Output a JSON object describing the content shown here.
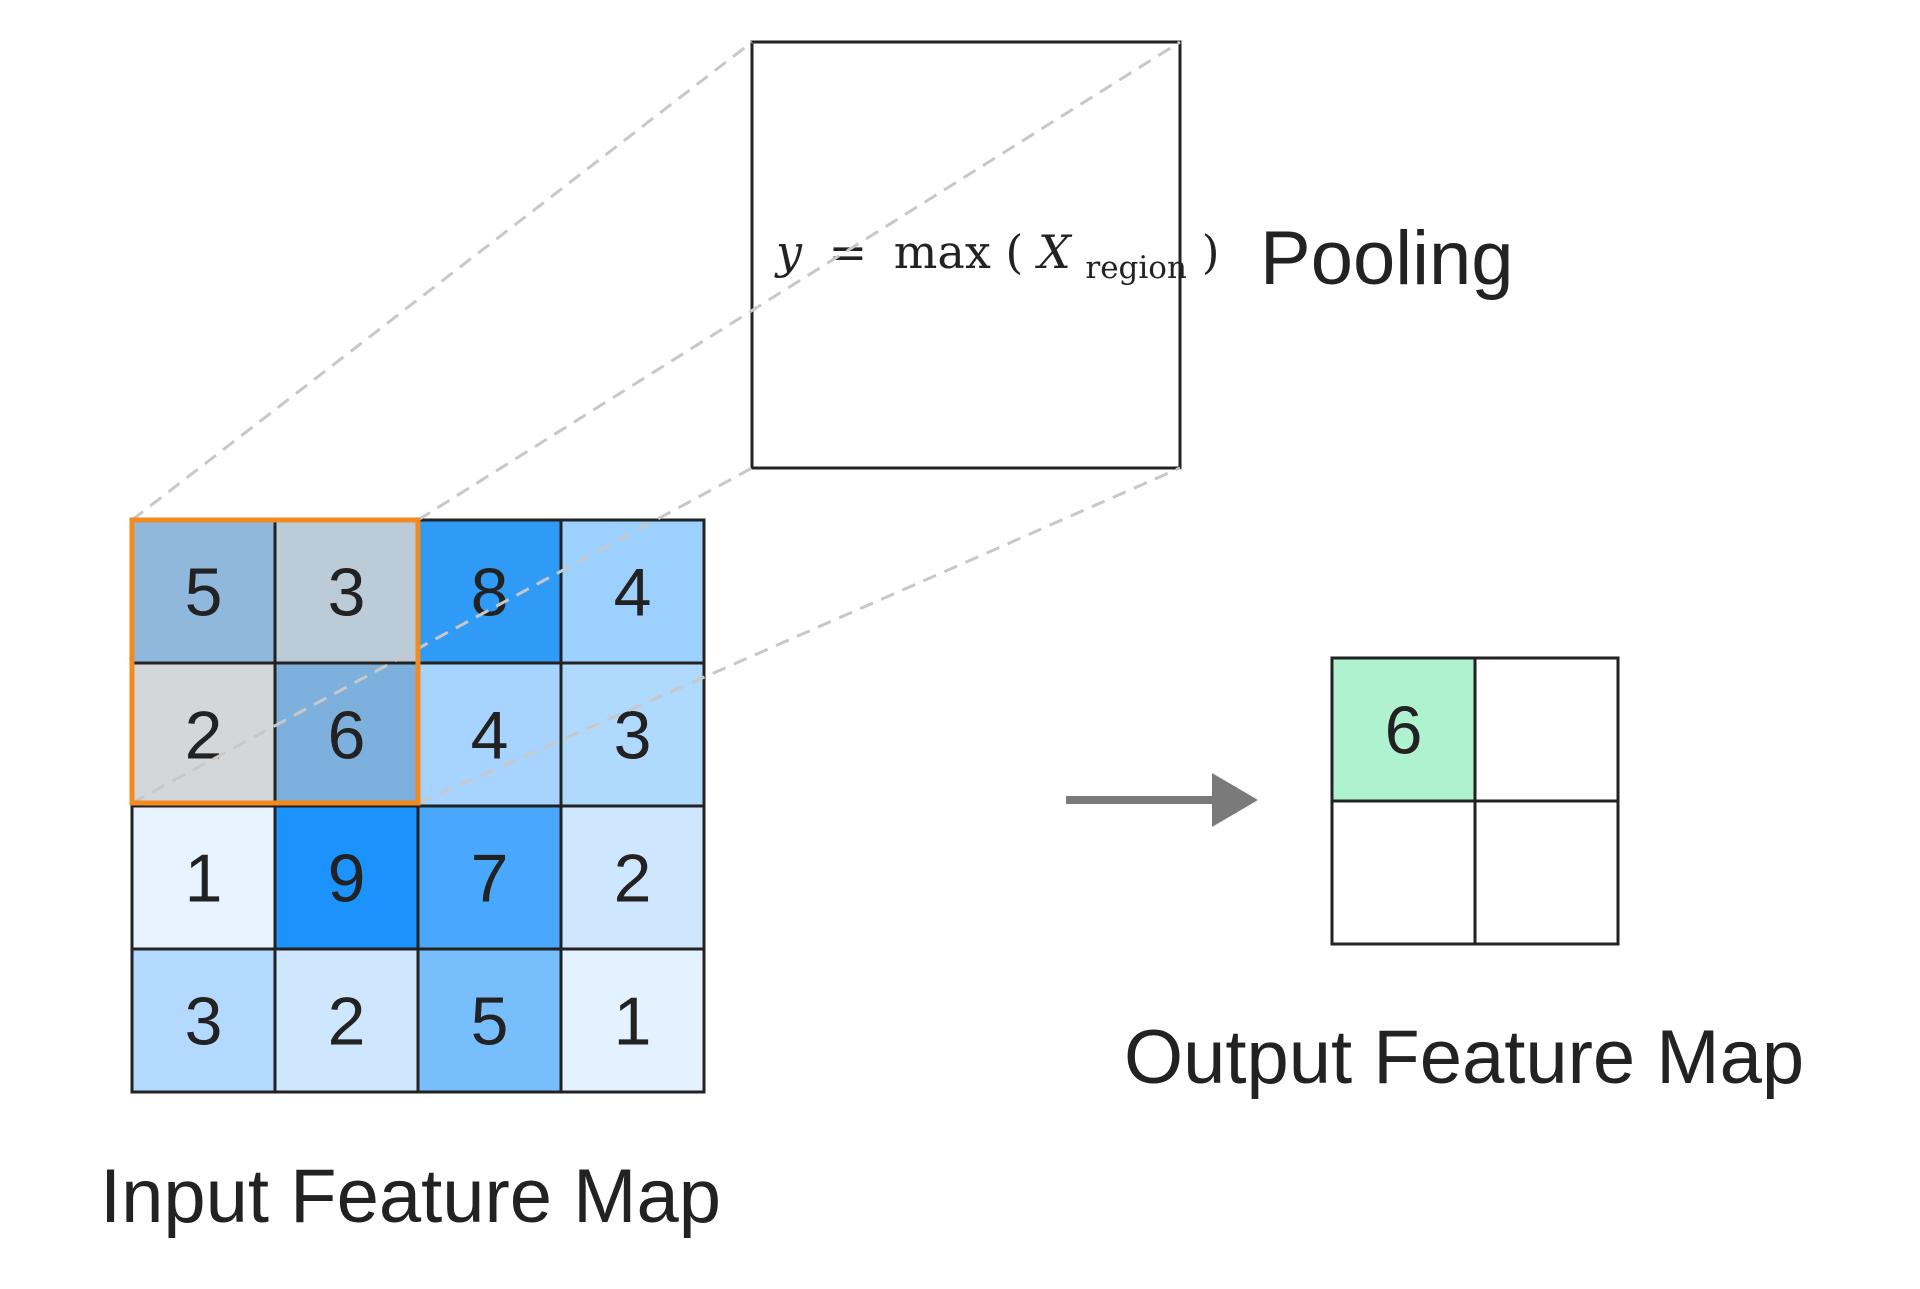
{
  "input_map": {
    "label": "Input Feature Map",
    "cells": [
      [
        {
          "value": "5",
          "color": "#90b8dc"
        },
        {
          "value": "3",
          "color": "#bccbd8"
        },
        {
          "value": "8",
          "color": "#2f9bf6"
        },
        {
          "value": "4",
          "color": "#9cd0fe"
        }
      ],
      [
        {
          "value": "2",
          "color": "#d3d7da"
        },
        {
          "value": "6",
          "color": "#7db0dc"
        },
        {
          "value": "4",
          "color": "#a6d4fe"
        },
        {
          "value": "3",
          "color": "#b0d9fe"
        }
      ],
      [
        {
          "value": "1",
          "color": "#e7f3ff"
        },
        {
          "value": "9",
          "color": "#1b92fc"
        },
        {
          "value": "7",
          "color": "#49a8fc"
        },
        {
          "value": "2",
          "color": "#cee6fe"
        }
      ],
      [
        {
          "value": "3",
          "color": "#b3dafe"
        },
        {
          "value": "2",
          "color": "#cee6fe"
        },
        {
          "value": "5",
          "color": "#78befc"
        },
        {
          "value": "1",
          "color": "#e4f1fe"
        }
      ]
    ],
    "highlight_color": "#f28a1e"
  },
  "pooling": {
    "label": "Pooling",
    "formula": {
      "lhs": "y",
      "op": "=",
      "func": "max",
      "var": "X",
      "subscript": "region"
    }
  },
  "output_map": {
    "label": "Output Feature Map",
    "cells": [
      [
        {
          "value": "6",
          "color": "#aef2cf"
        },
        {
          "value": "",
          "color": "#ffffff"
        }
      ],
      [
        {
          "value": "",
          "color": "#ffffff"
        },
        {
          "value": "",
          "color": "#ffffff"
        }
      ]
    ]
  },
  "colors": {
    "grid_line": "#222222",
    "guide_line": "#c8c8c8",
    "arrow": "#7a7a7a"
  }
}
